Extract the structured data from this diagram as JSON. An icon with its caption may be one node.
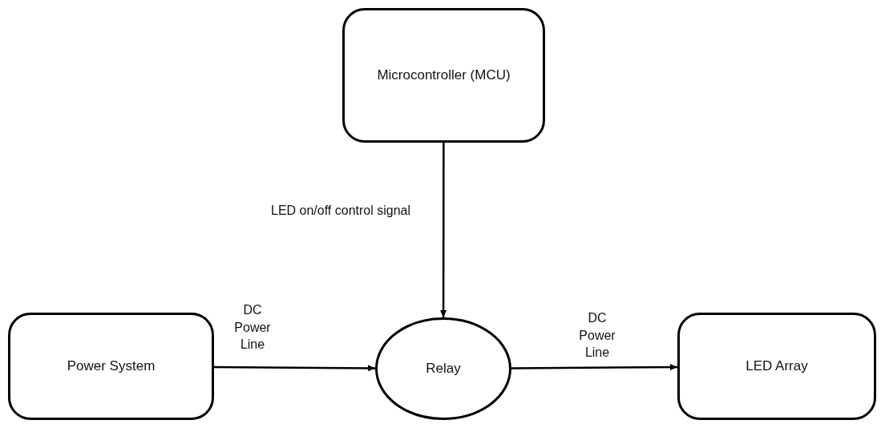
{
  "diagram": {
    "nodes": [
      {
        "text": [
          "Microcontroller (MCU)"
        ]
      },
      {
        "text": [
          "Power System"
        ]
      },
      {
        "text": [
          "Relay"
        ]
      },
      {
        "text": [
          "LED Array"
        ]
      }
    ],
    "edges": [
      {
        "from": 0,
        "to": 2,
        "arrow": "to",
        "label": "LED on/off control signal"
      },
      {
        "from": 1,
        "to": 2,
        "arrow": "to",
        "label": "DC Power Line"
      },
      {
        "from": 2,
        "to": 3,
        "arrow": "to",
        "label": "DC Power Line"
      }
    ]
  }
}
